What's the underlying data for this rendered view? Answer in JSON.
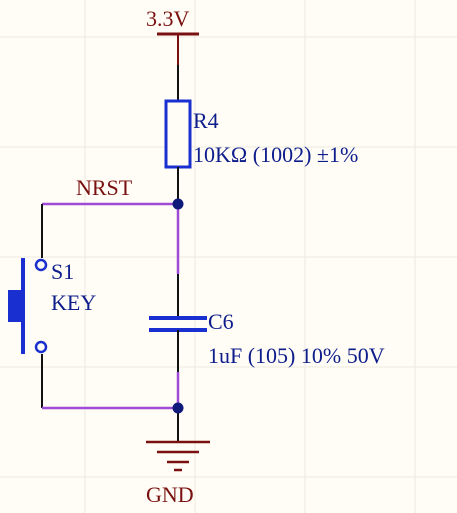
{
  "schematic": {
    "power_net": "3.3V",
    "ground_net": "GND",
    "signal_net": "NRST",
    "resistor": {
      "designator": "R4",
      "value": "10KΩ (1002) ±1%"
    },
    "capacitor": {
      "designator": "C6",
      "value": "1uF (105) 10% 50V"
    },
    "switch": {
      "designator": "S1",
      "comment": "KEY"
    }
  },
  "colors": {
    "background": "#fffdf6",
    "grid": "#ece9e0",
    "wire_power": "#7a1010",
    "wire_net": "#a04ad8",
    "component": "#1a2fd0",
    "junction": "#101a7a",
    "text_component": "#0d1d8c",
    "text_power": "#7a1010"
  }
}
